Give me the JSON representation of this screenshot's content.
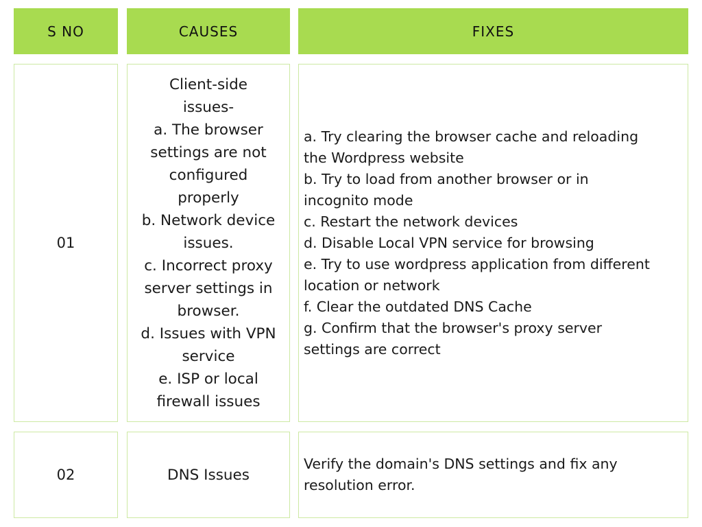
{
  "header": {
    "sno": "S NO",
    "causes": "CAUSES",
    "fixes": "FIXES"
  },
  "rows": [
    {
      "sno": "01",
      "cause_lines": [
        "Client-side",
        "issues-",
        "a. The browser",
        "settings are not",
        "configured",
        "properly",
        "b. Network device",
        "issues.",
        "c. Incorrect proxy",
        "server settings in",
        "browser.",
        "d. Issues with VPN",
        "service",
        "e. ISP or local",
        "firewall issues"
      ],
      "fix_lines": [
        "a. Try clearing the browser cache and reloading",
        "the Wordpress website",
        "b. Try to load from another browser or in",
        "incognito mode",
        "c. Restart the network devices",
        "d. Disable Local VPN service for browsing",
        "e. Try to use wordpress application from different",
        "location or network",
        "f. Clear the outdated DNS Cache",
        "g. Confirm that the browser's proxy server",
        "settings are correct"
      ]
    },
    {
      "sno": "02",
      "cause_lines": [
        "DNS Issues"
      ],
      "fix_lines": [
        "Verify the domain's DNS settings and fix any",
        "resolution error."
      ]
    }
  ]
}
